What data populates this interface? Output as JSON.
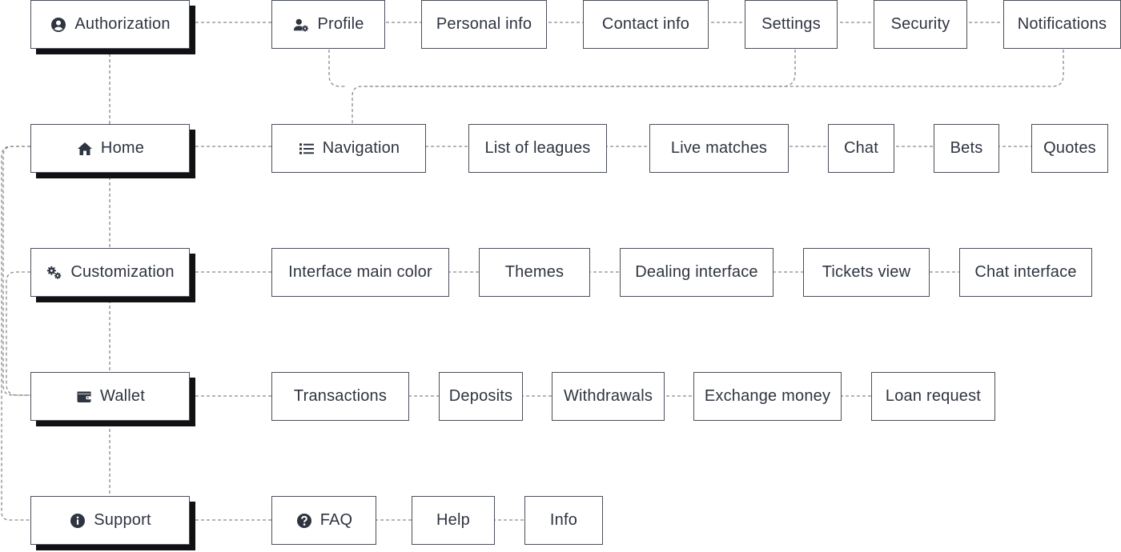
{
  "main_nodes": [
    {
      "id": "authorization",
      "label": "Authorization",
      "icon": "user-circle-icon"
    },
    {
      "id": "home",
      "label": "Home",
      "icon": "home-icon"
    },
    {
      "id": "customization",
      "label": "Customization",
      "icon": "gears-icon"
    },
    {
      "id": "wallet",
      "label": "Wallet",
      "icon": "wallet-icon"
    },
    {
      "id": "support",
      "label": "Support",
      "icon": "info-circle-icon"
    }
  ],
  "rows": {
    "authorization": [
      {
        "label": "Profile",
        "icon": "user-gear-icon"
      },
      {
        "label": "Personal info"
      },
      {
        "label": "Contact info"
      },
      {
        "label": "Settings"
      },
      {
        "label": "Security"
      },
      {
        "label": "Notifications"
      }
    ],
    "home": [
      {
        "label": "Navigation",
        "icon": "list-icon"
      },
      {
        "label": "List of leagues"
      },
      {
        "label": "Live matches"
      },
      {
        "label": "Chat"
      },
      {
        "label": "Bets"
      },
      {
        "label": "Quotes"
      }
    ],
    "customization": [
      {
        "label": "Interface main color"
      },
      {
        "label": "Themes"
      },
      {
        "label": "Dealing interface"
      },
      {
        "label": "Tickets view"
      },
      {
        "label": "Chat interface"
      }
    ],
    "wallet": [
      {
        "label": "Transactions"
      },
      {
        "label": "Deposits"
      },
      {
        "label": "Withdrawals"
      },
      {
        "label": "Exchange money"
      },
      {
        "label": "Loan request"
      }
    ],
    "support": [
      {
        "label": "FAQ",
        "icon": "question-circle-icon"
      },
      {
        "label": "Help"
      },
      {
        "label": "Info"
      }
    ]
  },
  "colors": {
    "node_border": "#4a4f58",
    "node_shadow": "#111111",
    "text": "#2e3440",
    "connector": "#8a8a8a"
  }
}
